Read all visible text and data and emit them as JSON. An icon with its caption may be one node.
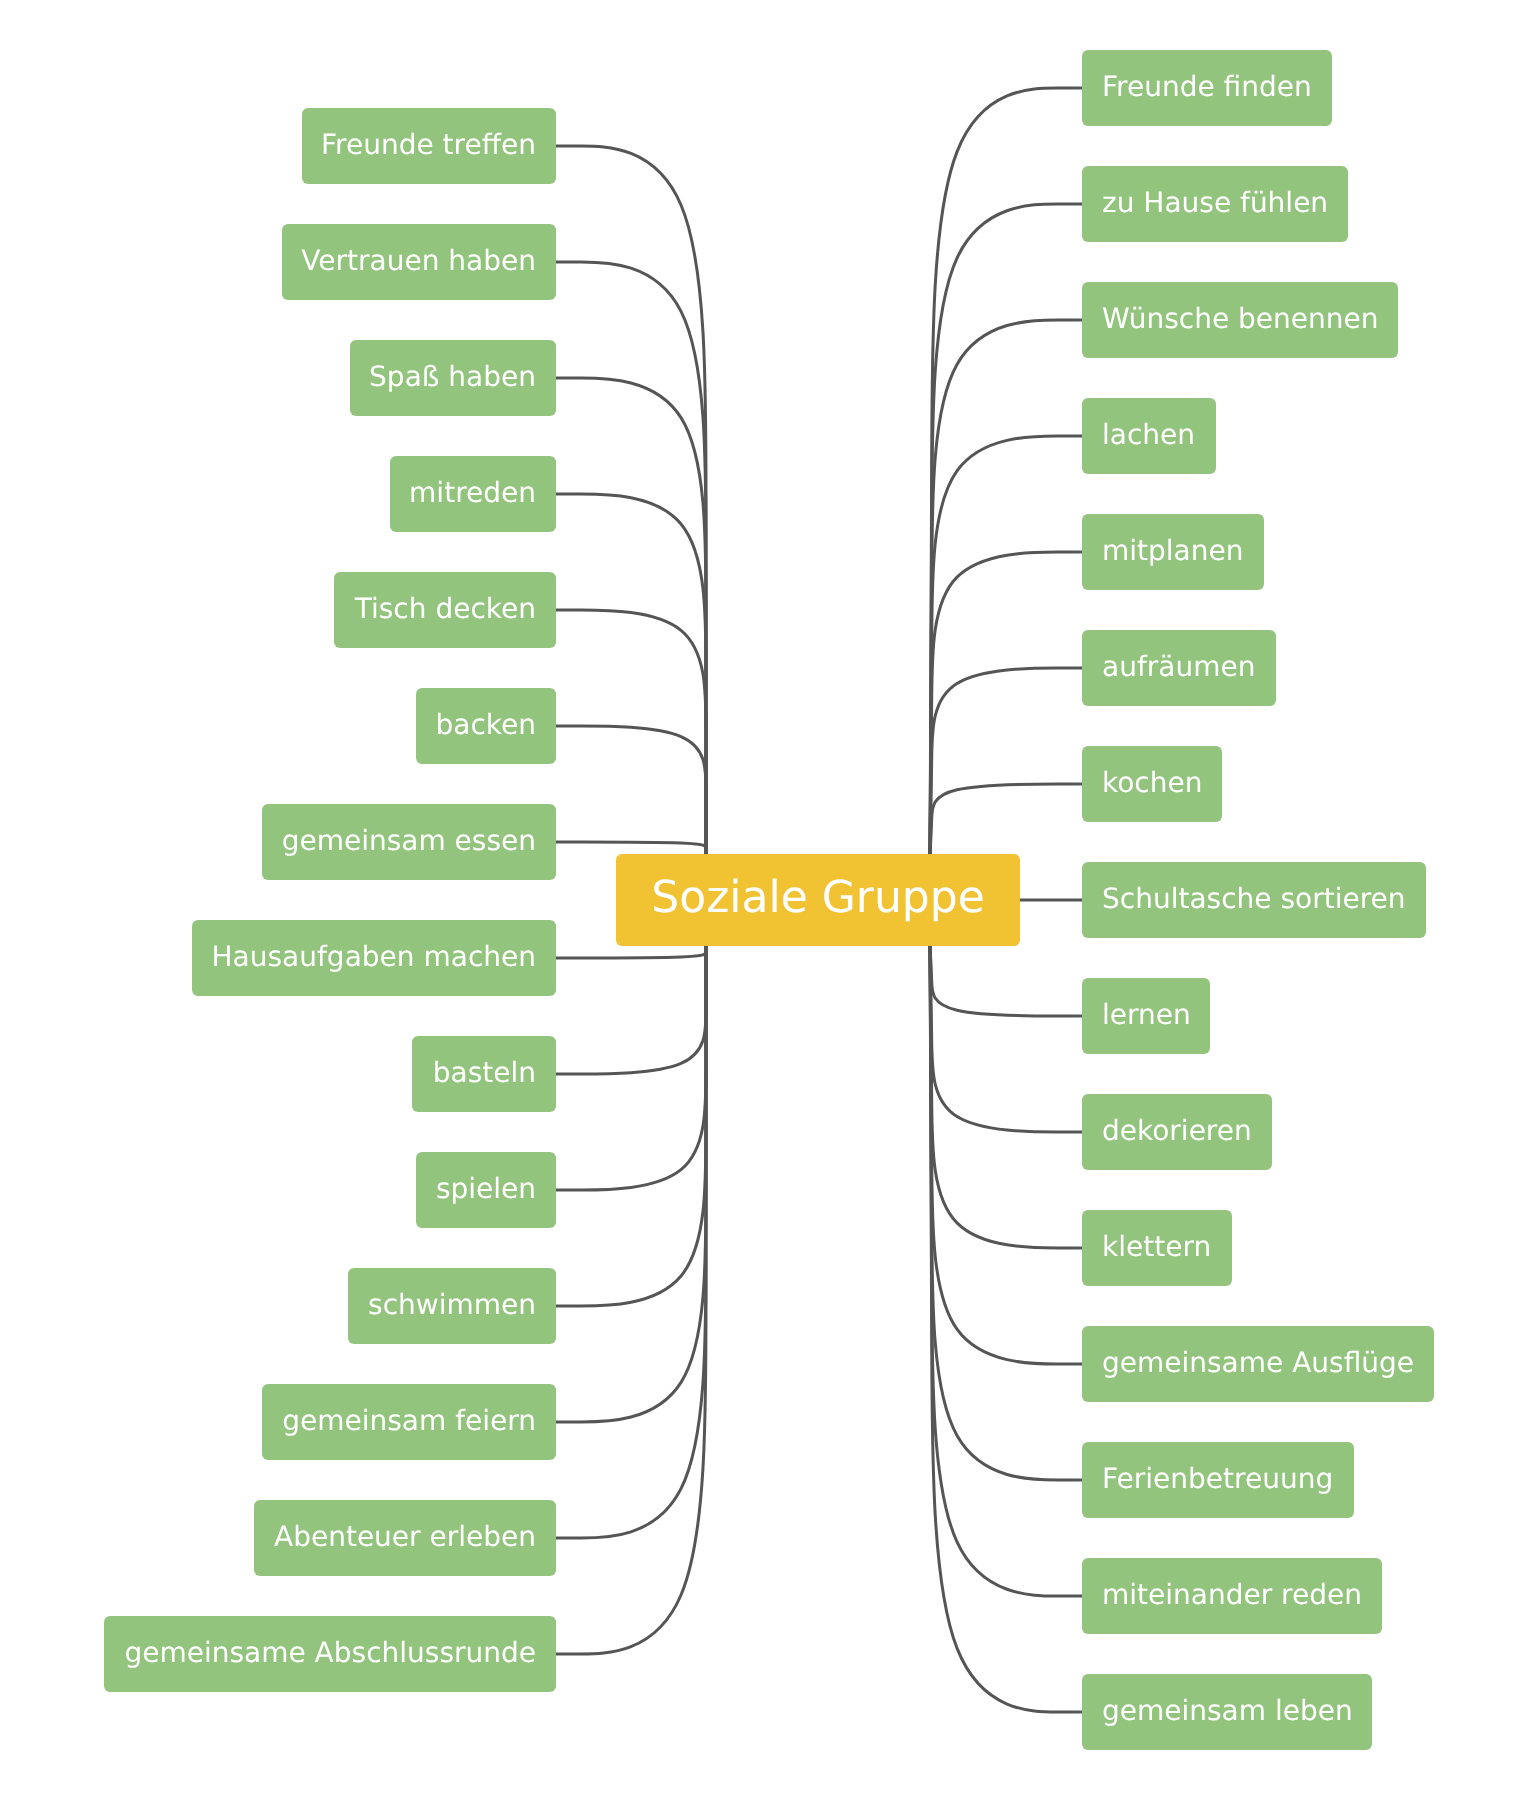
{
  "diagram": {
    "nodes": [
      {
        "text": [
          "Soziale Gruppe"
        ]
      },
      {
        "text": [
          "Freunde treffen"
        ]
      },
      {
        "text": [
          "Vertrauen haben"
        ]
      },
      {
        "text": [
          "Spaß haben"
        ]
      },
      {
        "text": [
          "mitreden"
        ]
      },
      {
        "text": [
          "Tisch decken"
        ]
      },
      {
        "text": [
          "backen"
        ]
      },
      {
        "text": [
          "gemeinsam essen"
        ]
      },
      {
        "text": [
          "Hausaufgaben machen"
        ]
      },
      {
        "text": [
          "basteln"
        ]
      },
      {
        "text": [
          "spielen"
        ]
      },
      {
        "text": [
          "schwimmen"
        ]
      },
      {
        "text": [
          "gemeinsam feiern"
        ]
      },
      {
        "text": [
          "Abenteuer erleben"
        ]
      },
      {
        "text": [
          "gemeinsame Abschlussrunde"
        ]
      },
      {
        "text": [
          "Freunde finden"
        ]
      },
      {
        "text": [
          "zu Hause fühlen"
        ]
      },
      {
        "text": [
          "Wünsche benennen"
        ]
      },
      {
        "text": [
          "lachen"
        ]
      },
      {
        "text": [
          "mitplanen"
        ]
      },
      {
        "text": [
          "aufräumen"
        ]
      },
      {
        "text": [
          "kochen"
        ]
      },
      {
        "text": [
          "Schultasche sortieren"
        ]
      },
      {
        "text": [
          "lernen"
        ]
      },
      {
        "text": [
          "dekorieren"
        ]
      },
      {
        "text": [
          "klettern"
        ]
      },
      {
        "text": [
          "gemeinsame Ausflüge"
        ]
      },
      {
        "text": [
          "Ferienbetreuung"
        ]
      },
      {
        "text": [
          "miteinander reden"
        ]
      },
      {
        "text": [
          "gemeinsam leben"
        ]
      }
    ],
    "edges": [
      {
        "from": 0,
        "to": 1,
        "arrow": "none"
      },
      {
        "from": 0,
        "to": 2,
        "arrow": "none"
      },
      {
        "from": 0,
        "to": 3,
        "arrow": "none"
      },
      {
        "from": 0,
        "to": 4,
        "arrow": "none"
      },
      {
        "from": 0,
        "to": 5,
        "arrow": "none"
      },
      {
        "from": 0,
        "to": 6,
        "arrow": "none"
      },
      {
        "from": 0,
        "to": 7,
        "arrow": "none"
      },
      {
        "from": 0,
        "to": 8,
        "arrow": "none"
      },
      {
        "from": 0,
        "to": 9,
        "arrow": "none"
      },
      {
        "from": 0,
        "to": 10,
        "arrow": "none"
      },
      {
        "from": 0,
        "to": 11,
        "arrow": "none"
      },
      {
        "from": 0,
        "to": 12,
        "arrow": "none"
      },
      {
        "from": 0,
        "to": 13,
        "arrow": "none"
      },
      {
        "from": 0,
        "to": 14,
        "arrow": "none"
      },
      {
        "from": 0,
        "to": 15,
        "arrow": "none"
      },
      {
        "from": 0,
        "to": 16,
        "arrow": "none"
      },
      {
        "from": 0,
        "to": 17,
        "arrow": "none"
      },
      {
        "from": 0,
        "to": 18,
        "arrow": "none"
      },
      {
        "from": 0,
        "to": 19,
        "arrow": "none"
      },
      {
        "from": 0,
        "to": 20,
        "arrow": "none"
      },
      {
        "from": 0,
        "to": 21,
        "arrow": "none"
      },
      {
        "from": 0,
        "to": 22,
        "arrow": "none"
      },
      {
        "from": 0,
        "to": 23,
        "arrow": "none"
      },
      {
        "from": 0,
        "to": 24,
        "arrow": "none"
      },
      {
        "from": 0,
        "to": 25,
        "arrow": "none"
      },
      {
        "from": 0,
        "to": 26,
        "arrow": "none"
      },
      {
        "from": 0,
        "to": 27,
        "arrow": "none"
      },
      {
        "from": 0,
        "to": 28,
        "arrow": "none"
      },
      {
        "from": 0,
        "to": 29,
        "arrow": "none"
      }
    ]
  }
}
